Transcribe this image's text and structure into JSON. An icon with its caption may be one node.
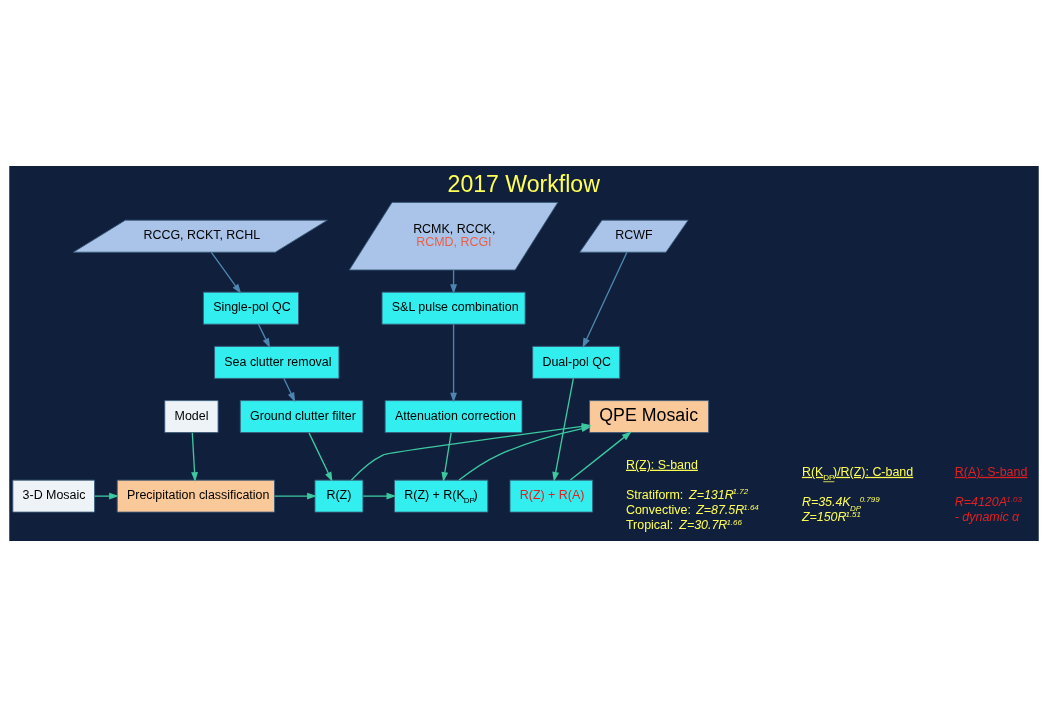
{
  "diagram": {
    "title": "2017 Workflow",
    "nodes": [
      {
        "text": [
          "RCCG, RCKT, RCHL"
        ]
      },
      {
        "text": [
          "Single-pol QC"
        ]
      },
      {
        "text": [
          "Sea clutter removal"
        ]
      },
      {
        "text": [
          "Ground clutter filter"
        ]
      },
      {
        "text": [
          "RCMK, RCCK,",
          "RCMD, RCGI"
        ]
      },
      {
        "text": [
          "S&L pulse combination"
        ]
      },
      {
        "text": [
          "Attenuation correction"
        ]
      },
      {
        "text": [
          "RCWF"
        ]
      },
      {
        "text": [
          "Dual-pol QC"
        ]
      },
      {
        "text": [
          "3-D Mosaic"
        ]
      },
      {
        "text": [
          "Model"
        ]
      },
      {
        "text": [
          "Precipitation classification"
        ]
      },
      {
        "text": [
          "R(Z)"
        ]
      },
      {
        "text": [
          "R(Z) + R(K$_{DP}$)"
        ]
      },
      {
        "text": [
          "R(Z) + R(A)"
        ]
      },
      {
        "text": [
          "QPE Mosaic"
        ]
      }
    ],
    "edges": [
      {
        "from": 0,
        "to": 1,
        "arrow": "to",
        "color": "#4f86b0"
      },
      {
        "from": 1,
        "to": 2,
        "arrow": "to",
        "color": "#4f86b0"
      },
      {
        "from": 2,
        "to": 3,
        "arrow": "to",
        "color": "#4f86b0"
      },
      {
        "from": 4,
        "to": 5,
        "arrow": "to",
        "color": "#4f86b0"
      },
      {
        "from": 5,
        "to": 6,
        "arrow": "to",
        "color": "#4f86b0"
      },
      {
        "from": 7,
        "to": 8,
        "arrow": "to",
        "color": "#4f86b0"
      },
      {
        "from": 9,
        "to": 11,
        "arrow": "to"
      },
      {
        "from": 10,
        "to": 11,
        "arrow": "to"
      },
      {
        "from": 11,
        "to": 12,
        "arrow": "to"
      },
      {
        "from": 3,
        "to": 12,
        "arrow": "to"
      },
      {
        "from": 12,
        "to": 13,
        "arrow": "to"
      },
      {
        "from": 6,
        "to": 13,
        "arrow": "to"
      },
      {
        "from": 8,
        "to": 14,
        "arrow": "to"
      },
      {
        "from": 12,
        "to": 15,
        "arrow": "to"
      },
      {
        "from": 13,
        "to": 15,
        "arrow": "to"
      },
      {
        "from": 14,
        "to": 15,
        "arrow": "to"
      }
    ],
    "labels": [
      "R(Z): S-band",
      "Stratiform: *Z=131R$^{1.72}$*",
      "Convective: *Z=87.5R$^{1.64}$*",
      "Tropical: *Z=30.7R$^{1.66}$*",
      "R(K$_{DP}$)/R(Z): C-band",
      "*R=35.4K$_{DP}$$^{0.799}$*",
      "*Z=150R$^{1.51}$*",
      "R(A): S-band",
      "*R=4120A$^{1.03}$*",
      "*- dynamic α*"
    ]
  }
}
